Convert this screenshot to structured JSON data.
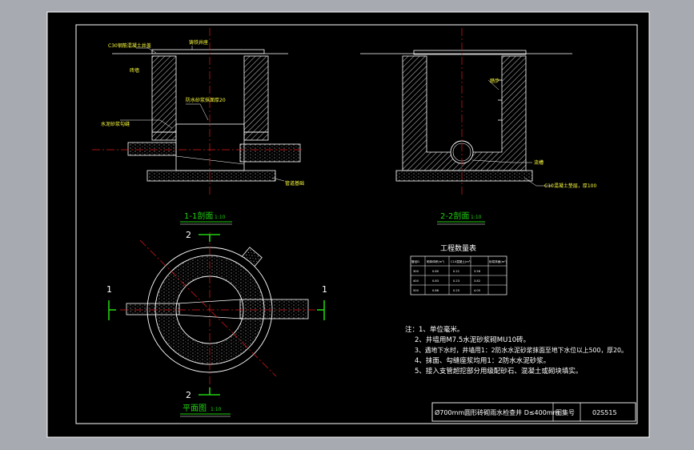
{
  "drawing": {
    "section_1": {
      "title": "1-1剖面",
      "scale": "1:10",
      "labels": {
        "cover": "C30钢筋混凝土井盖",
        "frame": "铸铁井座",
        "wall": "砖墙",
        "plaster": "防水砂浆抹面厚20",
        "pipe_bed": "管道基础",
        "mortar": "水泥砂浆勾缝"
      }
    },
    "section_2": {
      "title": "2-2剖面",
      "scale": "1:10",
      "labels": {
        "step": "踏步",
        "bench": "流槽",
        "base": "C10混凝土垫层，厚100"
      }
    },
    "plan": {
      "title": "平面图",
      "scale": "1:10",
      "cut_marks": {
        "one": "1",
        "two": "2"
      }
    },
    "quantity_table": {
      "title": "工程数量表",
      "headers": [
        "管径D",
        "砌体体积(m³)",
        "C10混凝土(m³)",
        "砂浆抹面(m²)"
      ],
      "rows": [
        [
          "300",
          "0.80",
          "0.21",
          "3.56"
        ],
        [
          "400",
          "0.83",
          "0.23",
          "3.82"
        ],
        [
          "500",
          "0.86",
          "0.25",
          "4.05"
        ]
      ]
    },
    "notes": {
      "lines": [
        "注：1、单位毫米。",
        "2、井墙用M7.5水泥砂浆砌MU10砖。",
        "3、遇地下水时，井墙用1：2防水水泥砂浆抹面至地下水位以上500，厚20。",
        "4、抹面、勾缝座浆均用1：2防水水泥砂浆。",
        "5、接入支管超挖部分用级配砂石、混凝土或砌块填实。"
      ]
    },
    "title_block": {
      "name": "Ø700mm圆形砖砌雨水检查井 D≤400mm",
      "set_label": "图集号",
      "set_number": "02S515"
    },
    "colors": {
      "background": "#a7aab1",
      "paper": "#000000",
      "lines": "#ffffff",
      "centerline": "#e0191d",
      "dimension": "#20d010",
      "labels": "#ffff3c"
    }
  }
}
